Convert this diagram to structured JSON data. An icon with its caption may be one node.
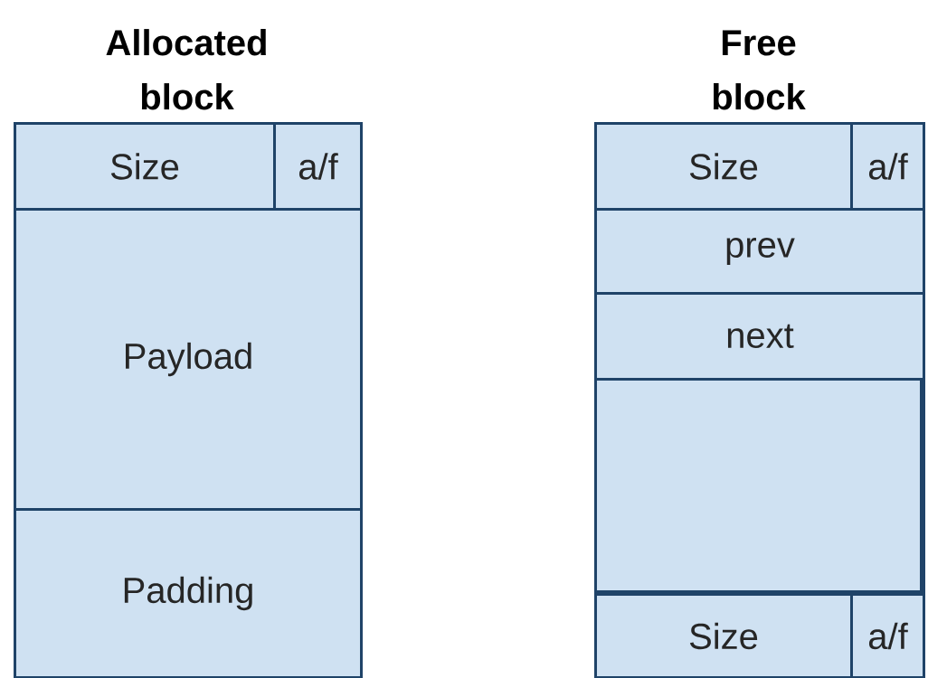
{
  "diagram": {
    "nodes": [
      {
        "text": [
          "Allocated block"
        ]
      },
      {
        "text": [
          "Size"
        ],
        "in": 0
      },
      {
        "text": [
          "a/f"
        ],
        "in": 0
      },
      {
        "text": [
          "Payload"
        ],
        "in": 0
      },
      {
        "text": [
          "Padding"
        ],
        "in": 0
      },
      {
        "text": [
          "Free block"
        ]
      },
      {
        "text": [
          "Size"
        ],
        "in": 5
      },
      {
        "text": [
          "a/f"
        ],
        "in": 5
      },
      {
        "text": [
          "prev"
        ],
        "in": 5
      },
      {
        "text": [
          "next"
        ],
        "in": 5
      },
      {
        "text": [],
        "shape": "box",
        "in": 5
      },
      {
        "text": [
          "Size"
        ],
        "in": 5
      },
      {
        "text": [
          "a/f"
        ],
        "in": 5
      }
    ]
  }
}
